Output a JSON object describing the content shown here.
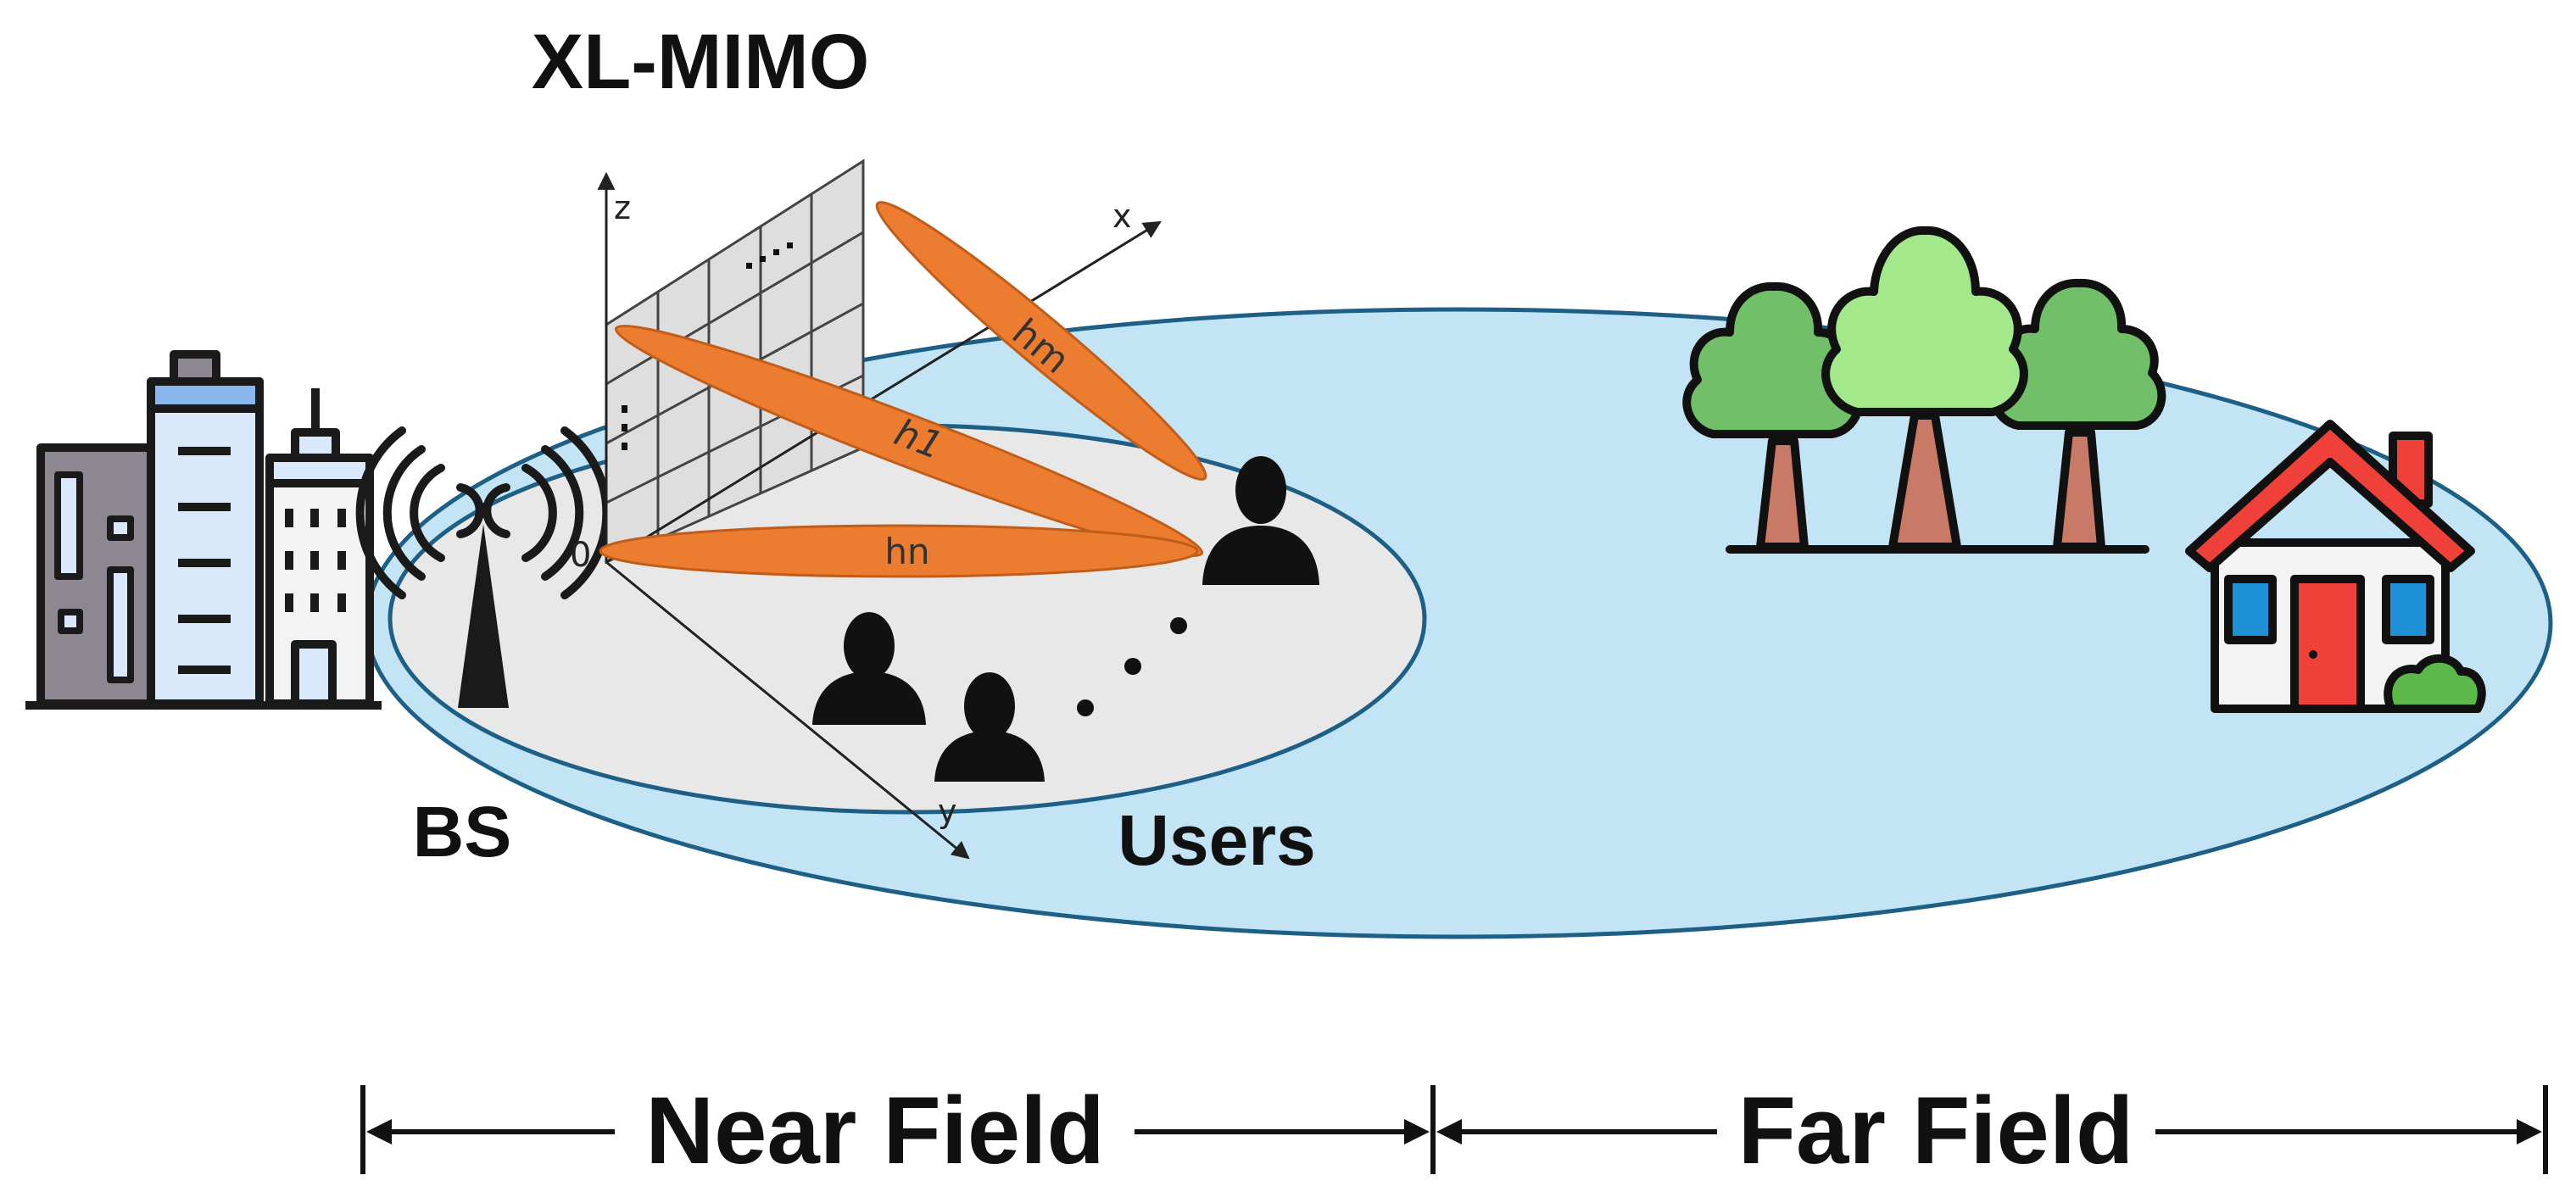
{
  "title": "XL-MIMO",
  "labels": {
    "bs": "BS",
    "users": "Users",
    "near_field": "Near Field",
    "far_field": "Far Field"
  },
  "beams": {
    "top": "hm",
    "middle": "h1",
    "bottom": "hn"
  },
  "axes": {
    "x": "x",
    "y": "y",
    "z": "z",
    "origin": "0"
  },
  "colors": {
    "far_field_ellipse": "#c2e4f4",
    "far_field_edge": "#1d5f86",
    "near_field_ellipse": "#e8e8e8",
    "beam": "#ec7c30",
    "tree_light": "#a3e88a",
    "tree_dark": "#72bf6a",
    "trunk": "#c97a66",
    "roof": "#f0403a",
    "door": "#f0403a",
    "window": "#1e90d6",
    "building_blue": "#d9e8fb",
    "building_gray": "#8c8790",
    "bush": "#5cb848"
  },
  "icons": [
    "office-buildings-icon",
    "antenna-tower-icon",
    "wireless-signal-icon",
    "user-icon",
    "tree-icon",
    "house-icon"
  ]
}
